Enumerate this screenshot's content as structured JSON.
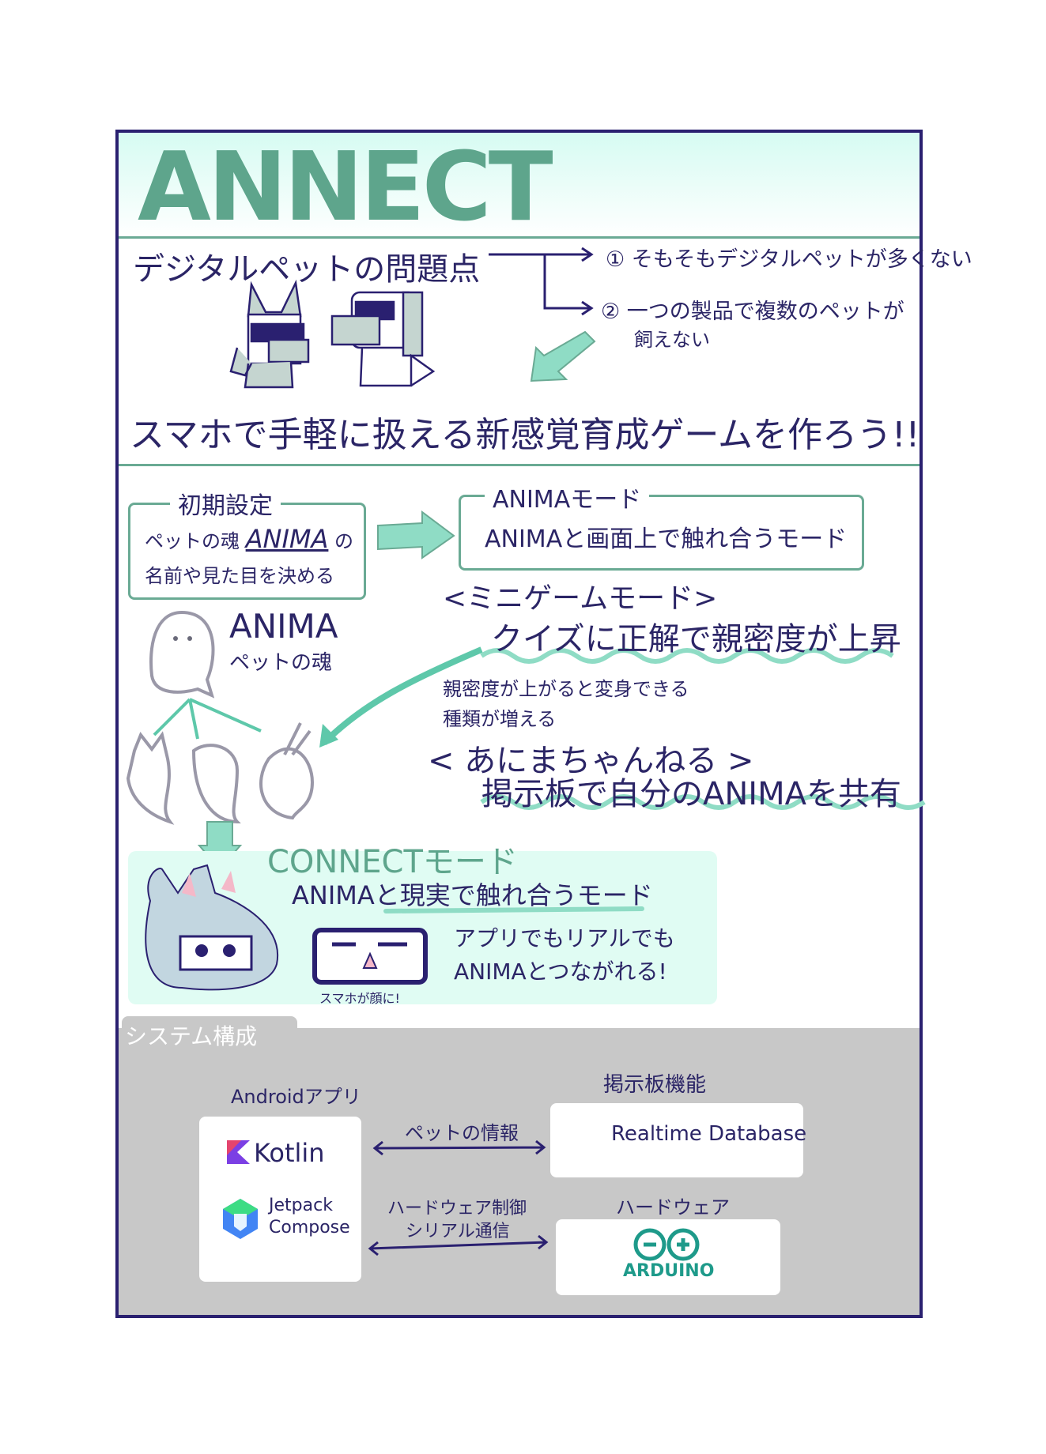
{
  "title": "ANNECT",
  "problem": {
    "heading": "デジタルペットの問題点",
    "point1": "① そもそもデジタルペットが多くない",
    "point2_line1": "② 一つの製品で複数のペットが",
    "point2_line2": "飼えない"
  },
  "goal": "スマホで手軽に扱える新感覚育成ゲームを作ろう!!",
  "initial_setup": {
    "title": "初期設定",
    "line1_prefix": "ペットの魂",
    "line1_anima": "ANIMA",
    "line1_suffix": "の",
    "line2": "名前や見た目を決める"
  },
  "anima_mode": {
    "title": "ANIMAモード",
    "desc": "ANIMAと画面上で触れ合うモード"
  },
  "anima": {
    "name": "ANIMA",
    "desc": "ペットの魂"
  },
  "minigame": {
    "title": "<ミニゲームモード>",
    "desc": "クイズに正解で親密度が上昇",
    "note1": "親密度が上がると変身できる",
    "note2": "種類が増える"
  },
  "channel": {
    "title": "< あにまちゃんねる >",
    "desc": "掲示板で自分のANIMAを共有"
  },
  "connect": {
    "title": "CONNECTモード",
    "desc": "ANIMAと現実で触れ合うモード",
    "line1": "アプリでもリアルでも",
    "line2": "ANIMAとつながれる!",
    "phone_caption": "スマホが顔に!"
  },
  "system": {
    "tab": "システム構成",
    "android_label": "Androidアプリ",
    "kotlin": "Kotlin",
    "jetpack1": "Jetpack",
    "jetpack2": "Compose",
    "pet_info": "ペットの情報",
    "board_label": "掲示板機能",
    "database": "Realtime Database",
    "hw_control1": "ハードウェア制御",
    "hw_control2": "シリアル通信",
    "hardware_label": "ハードウェア",
    "arduino": "ARDUINO"
  },
  "colors": {
    "navy": "#2a2070",
    "green": "#6aaa94",
    "mint": "#e0fcf3",
    "gray": "#c8c8c8"
  }
}
